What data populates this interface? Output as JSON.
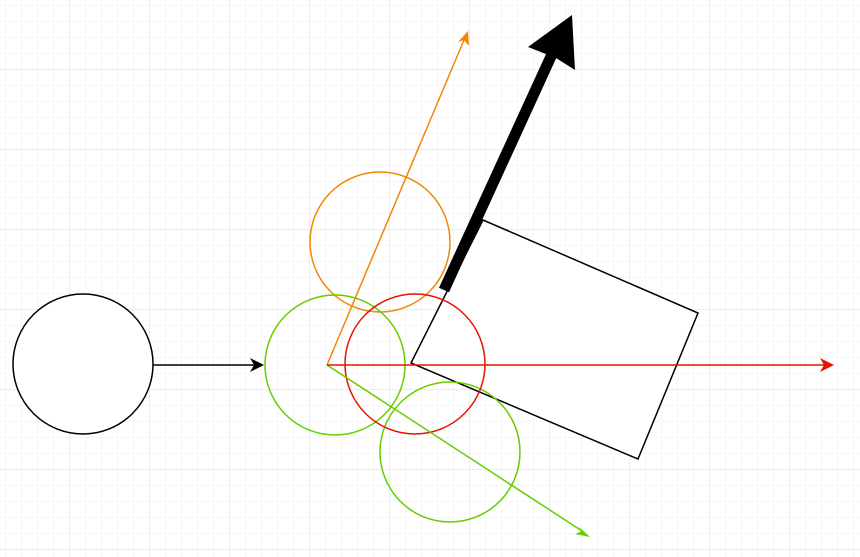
{
  "diagram": {
    "colors": {
      "black": "#000000",
      "orange": "#f08705",
      "green": "#66cc00",
      "red": "#e51400"
    },
    "shapes": [
      {
        "name": "source-circle",
        "kind": "circle",
        "color": "black"
      },
      {
        "name": "green-circle-center",
        "kind": "circle",
        "color": "green"
      },
      {
        "name": "orange-circle",
        "kind": "circle",
        "color": "orange"
      },
      {
        "name": "red-circle",
        "kind": "circle",
        "color": "red"
      },
      {
        "name": "green-circle-lower",
        "kind": "circle",
        "color": "green"
      },
      {
        "name": "rotated-rectangle",
        "kind": "rectangle",
        "color": "black"
      }
    ],
    "arrows": [
      {
        "name": "black-connector-arrow",
        "color": "black",
        "style": "thin"
      },
      {
        "name": "orange-arrow",
        "color": "orange",
        "style": "thin"
      },
      {
        "name": "green-arrow",
        "color": "green",
        "style": "thin"
      },
      {
        "name": "red-arrow",
        "color": "red",
        "style": "thin"
      },
      {
        "name": "bold-black-arrow",
        "color": "black",
        "style": "bold"
      }
    ]
  }
}
